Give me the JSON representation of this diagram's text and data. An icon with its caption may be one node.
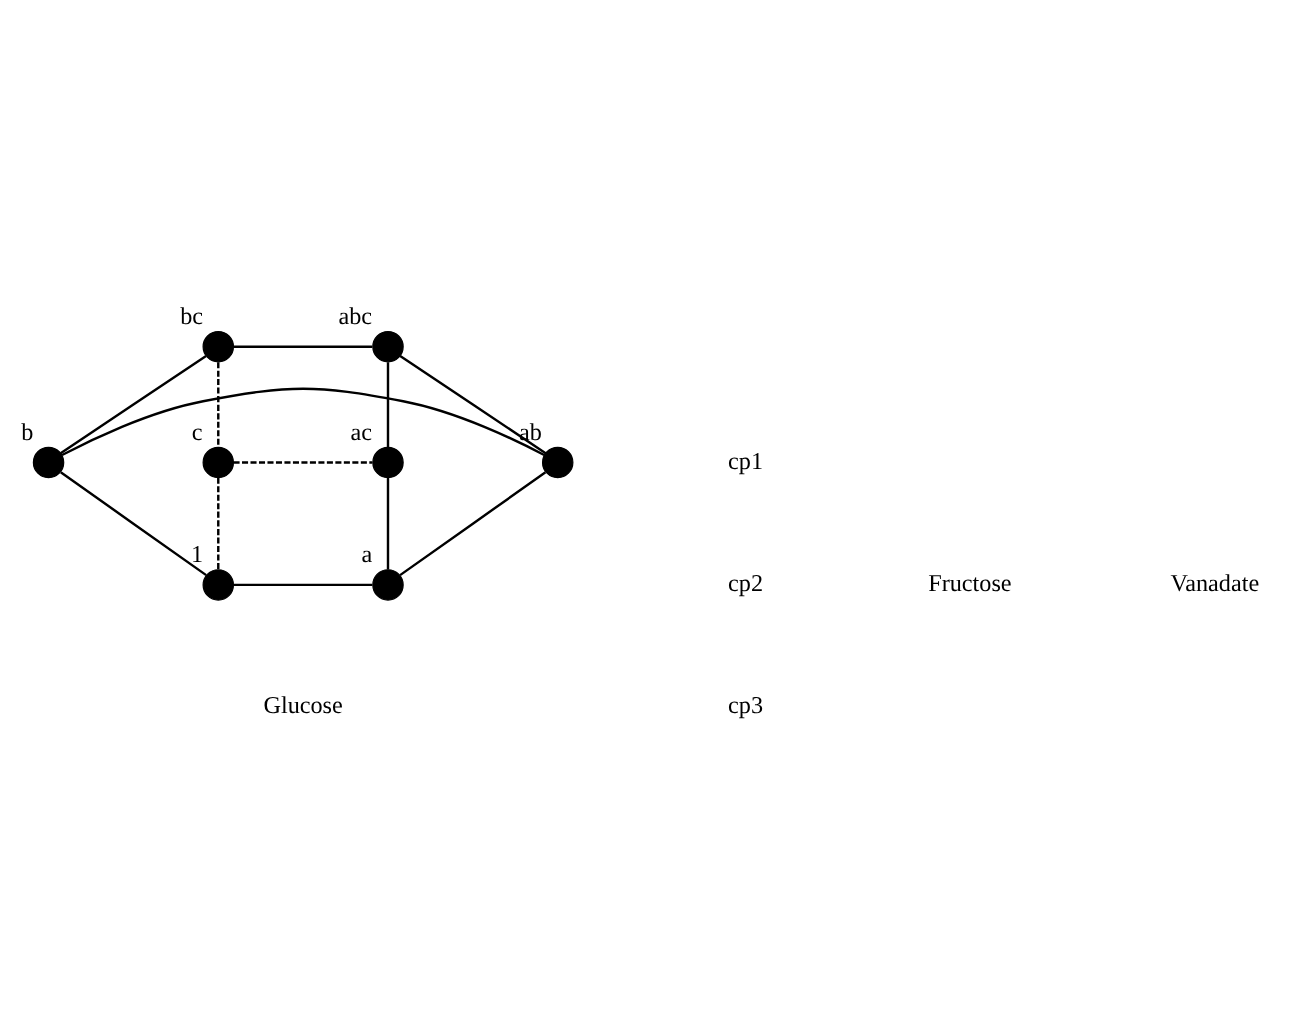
{
  "diagram": {
    "nodes": [
      {
        "text": [],
        "shape": "circle",
        "beside": [
          "bc"
        ]
      },
      {
        "text": [],
        "shape": "circle",
        "beside": [
          "abc"
        ]
      },
      {
        "text": [],
        "shape": "circle",
        "beside": [
          "b"
        ]
      },
      {
        "text": [],
        "shape": "circle",
        "beside": [
          "ab"
        ]
      },
      {
        "text": [],
        "shape": "circle",
        "beside": [
          "c"
        ]
      },
      {
        "text": [],
        "shape": "circle",
        "beside": [
          "ac"
        ]
      },
      {
        "text": [],
        "shape": "circle",
        "beside": [
          "1"
        ]
      },
      {
        "text": [],
        "shape": "circle",
        "beside": [
          "a"
        ]
      }
    ],
    "edges": [
      {
        "from": 0,
        "to": 1,
        "arrow": "none"
      },
      {
        "from": 0,
        "to": 2,
        "arrow": "none"
      },
      {
        "from": 1,
        "to": 3,
        "arrow": "none"
      },
      {
        "from": 2,
        "to": 3,
        "arrow": "none"
      },
      {
        "from": 1,
        "to": 5,
        "arrow": "none"
      },
      {
        "from": 3,
        "to": 7,
        "arrow": "none"
      },
      {
        "from": 2,
        "to": 6,
        "arrow": "none"
      },
      {
        "from": 0,
        "to": 4,
        "arrow": "none",
        "style": "dashed"
      },
      {
        "from": 4,
        "to": 5,
        "arrow": "none",
        "style": "dashed"
      },
      {
        "from": 4,
        "to": 6,
        "arrow": "none",
        "style": "dashed"
      },
      {
        "from": 6,
        "to": 7,
        "arrow": "none"
      },
      {
        "from": 5,
        "to": 7,
        "arrow": "none"
      }
    ],
    "labels": [
      "cp1",
      "cp2",
      "cp3",
      "Fructose",
      "Glucose",
      "Vanadate"
    ]
  }
}
